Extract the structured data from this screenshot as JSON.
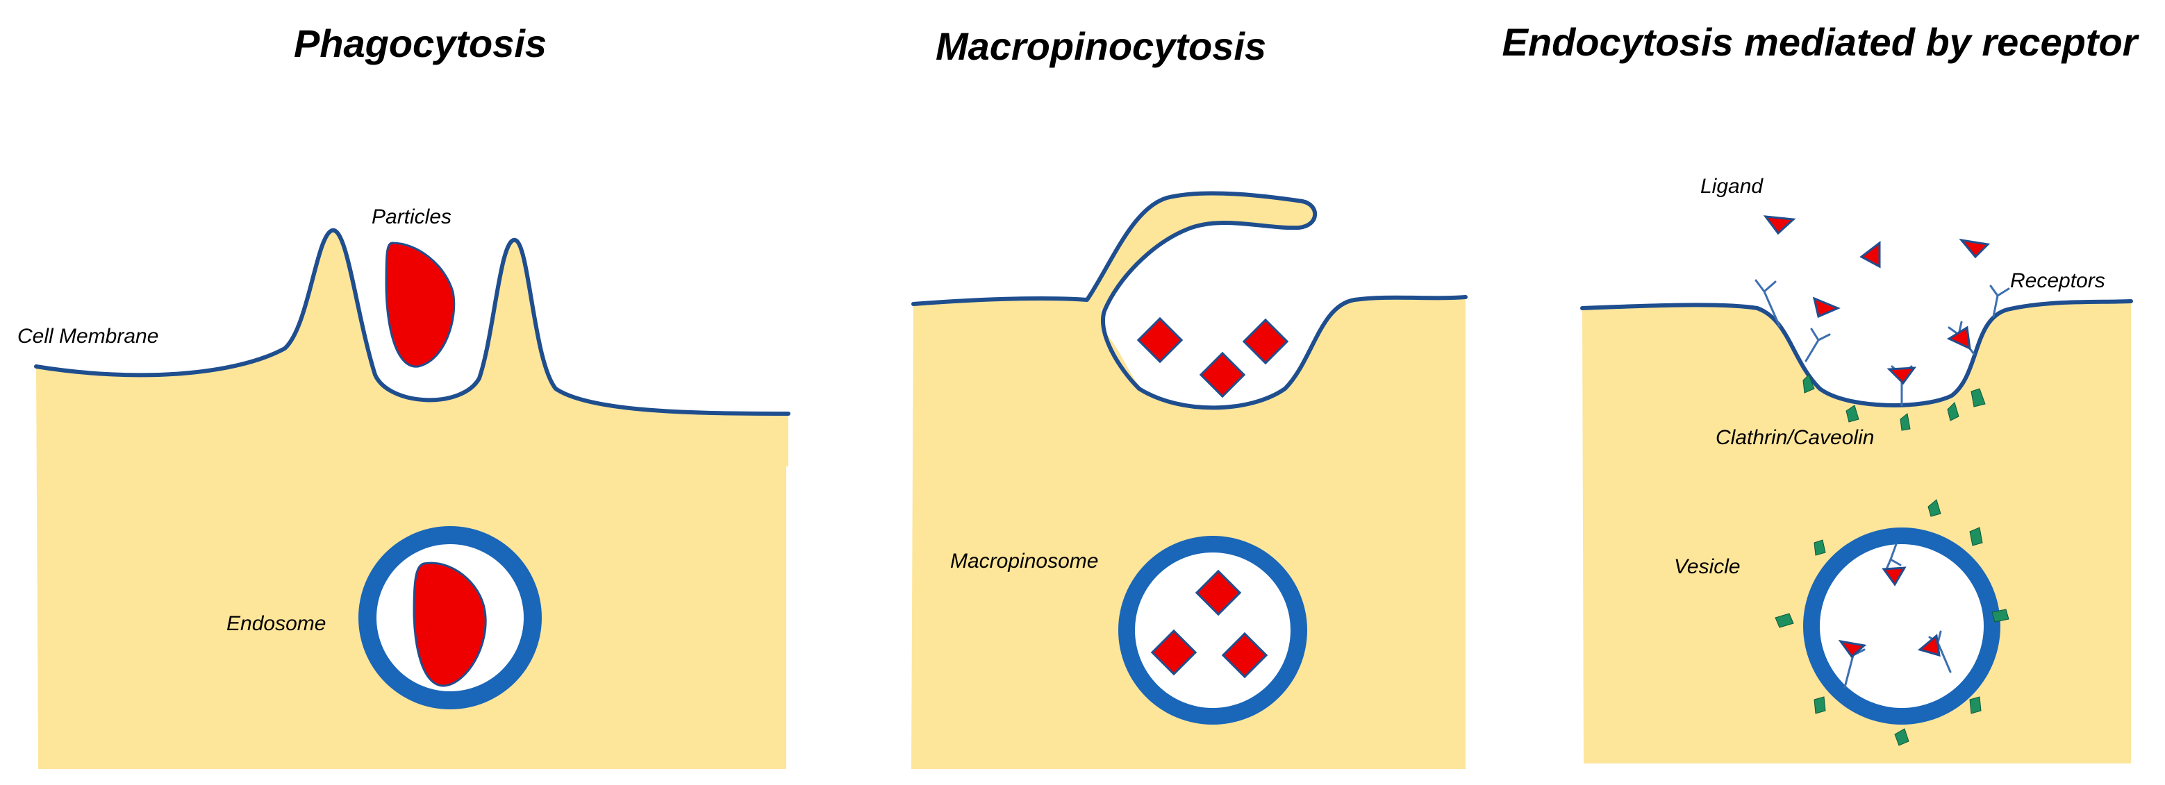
{
  "panels": {
    "phagocytosis": {
      "title": "Phagocytosis",
      "labels": {
        "particles": "Particles",
        "cell_membrane": "Cell Membrane",
        "endosome": "Endosome"
      }
    },
    "macropinocytosis": {
      "title": "Macropinocytosis",
      "labels": {
        "macropinosome": "Macropinosome"
      }
    },
    "receptor_endocytosis": {
      "title": "Endocytosis mediated by receptor",
      "labels": {
        "ligand": "Ligand",
        "receptors": "Receptors",
        "clathrin": "Clathrin/Caveolin",
        "vesicle": "Vesicle"
      }
    }
  },
  "colors": {
    "cytoplasm": "#fde59a",
    "membrane": "#1f4e8f",
    "vesicle_ring": "#1a66b8",
    "cargo": "#ee0000",
    "clathrin": "#1e8f5e"
  }
}
